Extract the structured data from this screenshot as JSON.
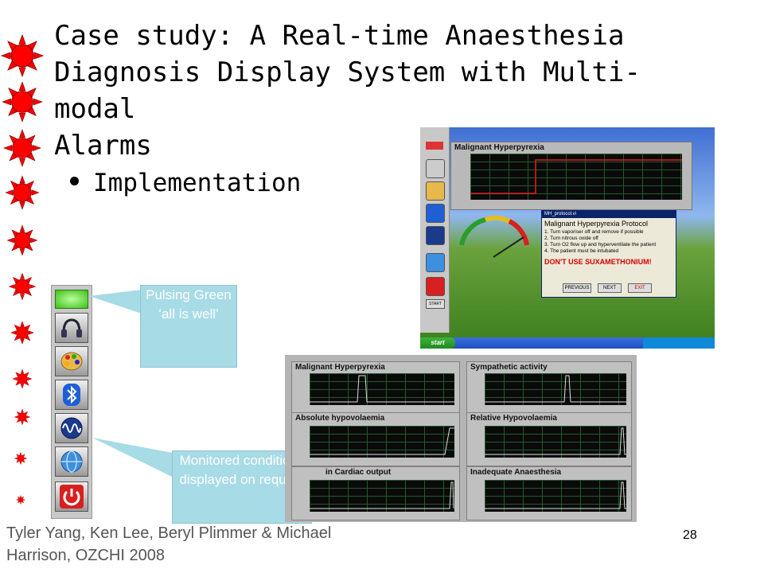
{
  "title": "Case study: A Real-time Anaesthesia\nDiagnosis Display System with Multi-modal\nAlarms",
  "bullet": "Implementation",
  "callouts": {
    "green": "Pulsing Green ‘all is well’",
    "monitored": "Monitored conditions displayed on request"
  },
  "footer": {
    "authors": "Tyler Yang,  Ken Lee, Beryl Plimmer & Michael Harrison, OZCHI 2008",
    "page_number": "28"
  },
  "toolbar_icons": [
    "green-status-light",
    "headphones-icon",
    "palette-icon",
    "bluetooth-icon",
    "waveform-icon",
    "globe-icon",
    "power-icon"
  ],
  "screenshot_top": {
    "plot_title": "Malignant Hyperpyrexia",
    "dialog": {
      "window_title": "MH_protocol.vi",
      "heading": "Malignant Hyperpyrexia Protocol",
      "steps": [
        "1. Turn vaporiser off and remove if possible",
        "2. Turn nitrous oxide off",
        "3. Turn O2 flow up and hyperventilate the patient",
        "4. The patient must be intubated"
      ],
      "warning": "DON'T USE SUXAMETHONIUM!",
      "buttons": [
        "PREVIOUS",
        "NEXT",
        "EXIT"
      ]
    },
    "start_button": "start",
    "sidebar_start": "START"
  },
  "screenshot_bottom": {
    "plots": [
      "Malignant Hyperpyrexia",
      "Sympathetic activity",
      "Absolute hypovolaemia",
      "Relative Hypovolaemia",
      "in Cardiac output",
      "Inadequate Anaesthesia"
    ]
  },
  "colors": {
    "sun_red": "#ff0000",
    "callout_bg": "#a7dbe6",
    "status_green": "#5fd83a"
  }
}
